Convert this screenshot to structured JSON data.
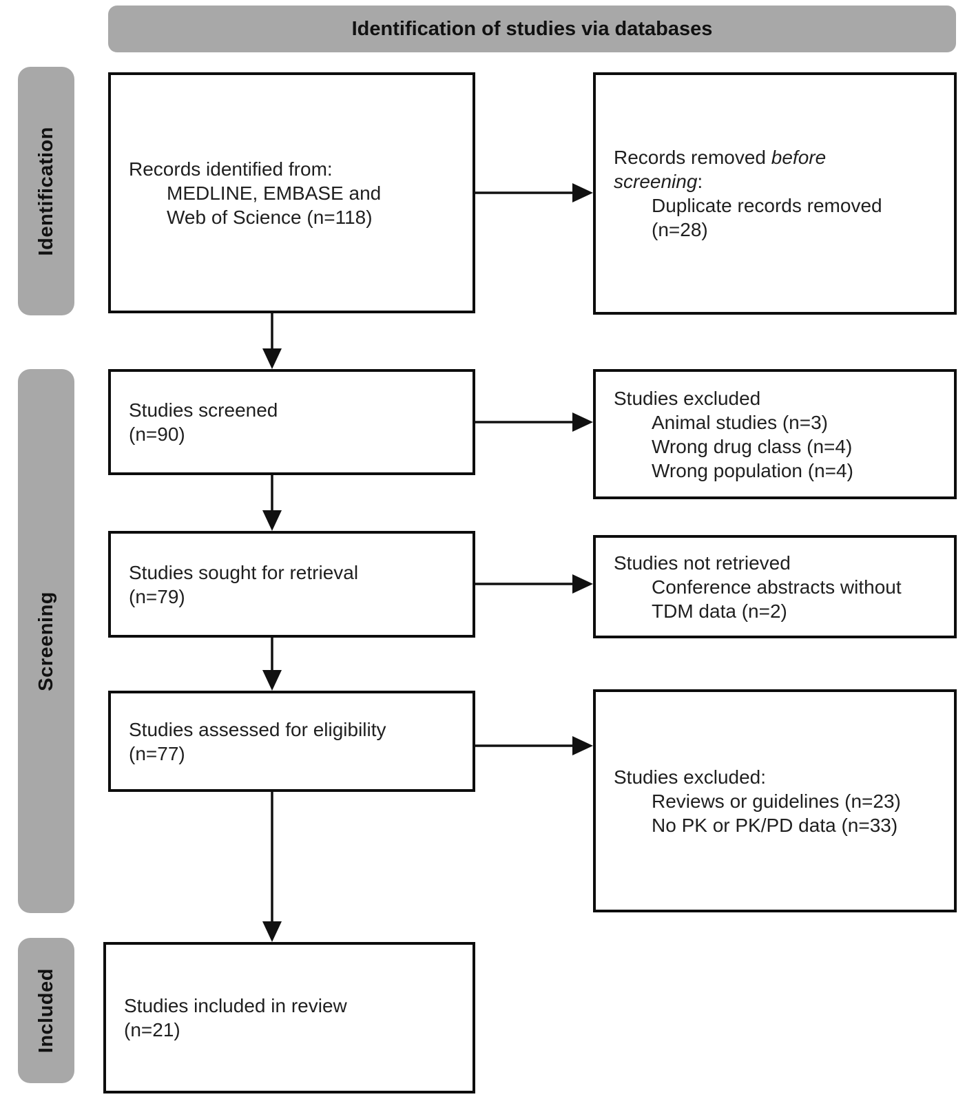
{
  "header": {
    "title": "Identification of studies via databases"
  },
  "stages": {
    "identification": "Identification",
    "screening": "Screening",
    "included": "Included"
  },
  "boxes": {
    "records_identified": {
      "lines": [
        "Records identified from:",
        "MEDLINE, EMBASE and",
        "Web of Science (n=118)"
      ]
    },
    "records_removed": {
      "line1_normal": "Records removed ",
      "line1_italic": "before",
      "line2_italic": "screening",
      "line2_normal": ":",
      "detail_lines": [
        "Duplicate records removed",
        "(n=28)"
      ]
    },
    "studies_screened": {
      "lines": [
        "Studies screened",
        "(n=90)"
      ]
    },
    "studies_excluded_screening": {
      "title": "Studies excluded",
      "detail_lines": [
        "Animal studies (n=3)",
        "Wrong drug class (n=4)",
        "Wrong population (n=4)"
      ]
    },
    "studies_sought": {
      "lines": [
        "Studies sought for retrieval",
        "(n=79)"
      ]
    },
    "studies_not_retrieved": {
      "title": "Studies not retrieved",
      "detail_lines": [
        "Conference abstracts without",
        "TDM data (n=2)"
      ]
    },
    "studies_assessed": {
      "lines": [
        "Studies assessed for eligibility",
        "(n=77)"
      ]
    },
    "studies_excluded_eligibility": {
      "title": "Studies excluded:",
      "detail_lines": [
        "Reviews or guidelines (n=23)",
        "No PK or PK/PD data (n=33)"
      ]
    },
    "studies_included": {
      "lines": [
        "Studies included in review",
        "(n=21)"
      ]
    }
  },
  "colors": {
    "stage_fill": "#a8a8a8",
    "box_border": "#0d0d0d",
    "text": "#1f1f1f",
    "background": "#ffffff"
  }
}
